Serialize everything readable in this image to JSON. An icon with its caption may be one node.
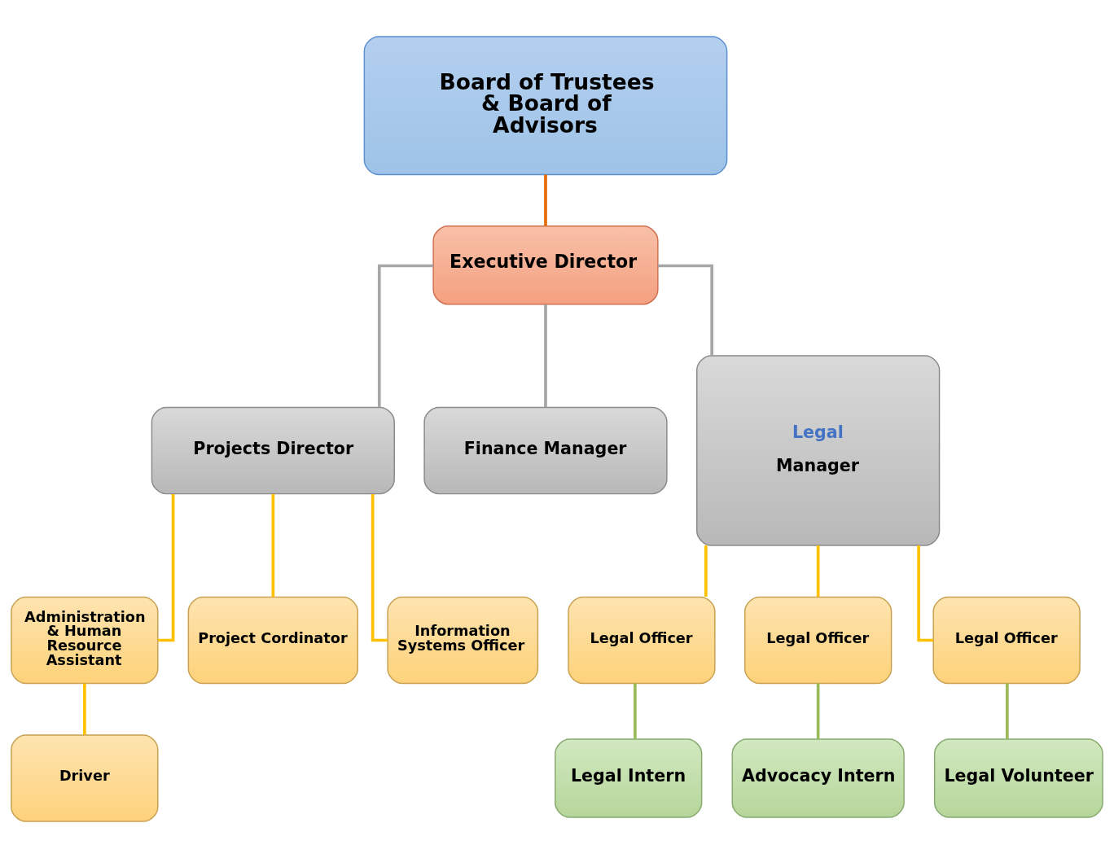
{
  "diagram": {
    "nodes": [
      {
        "text": [
          "Board of Trustees & Board of Advisors"
        ]
      },
      {
        "text": [
          "Executive Director"
        ]
      },
      {
        "text": [
          "Projects Director"
        ]
      },
      {
        "text": [
          "Finance Manager"
        ]
      },
      {
        "text": [
          "Legal",
          "Manager"
        ]
      },
      {
        "text": [
          "Administration & Human Resource Assistant"
        ]
      },
      {
        "text": [
          "Project Cordinator"
        ]
      },
      {
        "text": [
          "Information Systems Officer"
        ]
      },
      {
        "text": [
          "Driver"
        ]
      },
      {
        "text": [
          "Legal Officer"
        ]
      },
      {
        "text": [
          "Legal Officer"
        ]
      },
      {
        "text": [
          "Legal Officer"
        ]
      },
      {
        "text": [
          "Legal Intern"
        ]
      },
      {
        "text": [
          "Advocacy Intern"
        ]
      },
      {
        "text": [
          "Legal Volunteer"
        ]
      }
    ],
    "edges": [
      {
        "from": 0,
        "to": 1,
        "arrow": "none",
        "color": "#e46c0a"
      },
      {
        "from": 1,
        "to": 2,
        "arrow": "none",
        "color": "#a6a6a6"
      },
      {
        "from": 1,
        "to": 3,
        "arrow": "none",
        "color": "#a6a6a6"
      },
      {
        "from": 1,
        "to": 4,
        "arrow": "none",
        "color": "#a6a6a6"
      },
      {
        "from": 2,
        "to": 5,
        "arrow": "none"
      },
      {
        "from": 2,
        "to": 6,
        "arrow": "none"
      },
      {
        "from": 2,
        "to": 7,
        "arrow": "none"
      },
      {
        "from": 5,
        "to": 8,
        "arrow": "none"
      },
      {
        "from": 4,
        "to": 9,
        "arrow": "none"
      },
      {
        "from": 4,
        "to": 10,
        "arrow": "none"
      },
      {
        "from": 4,
        "to": 11,
        "arrow": "none"
      },
      {
        "from": 9,
        "to": 12,
        "arrow": "none",
        "color": "#9bbb59"
      },
      {
        "from": 10,
        "to": 13,
        "arrow": "none",
        "color": "#9bbb59"
      },
      {
        "from": 11,
        "to": 14,
        "arrow": "none",
        "color": "#9bbb59"
      }
    ]
  }
}
